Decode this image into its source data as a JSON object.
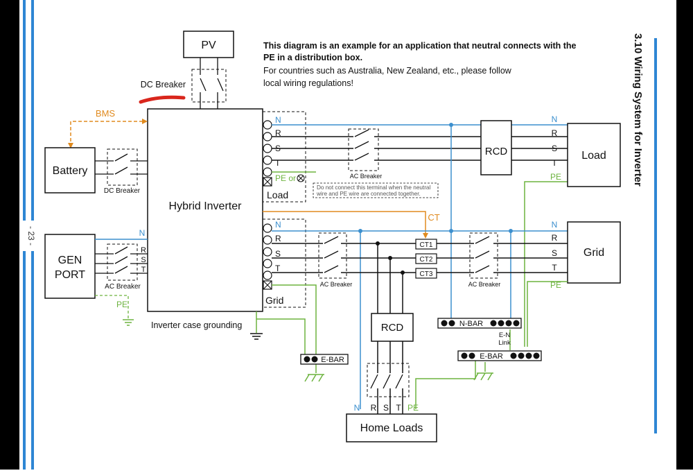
{
  "colors": {
    "neutral_blue": "#3b8fce",
    "phase_black": "#111111",
    "earth_green": "#6db33f",
    "signal_orange": "#e08a1e",
    "highlight_red": "#d9261c",
    "page_rail_blue": "#2e86d4"
  },
  "page_number": "- 23 -",
  "section_title": "3.10 Wiring System for Inverter",
  "notes": {
    "line1": "This diagram is an example for an application that neutral connects with the",
    "line2": "PE in a distribution box.",
    "line3": "For countries such as Australia, New Zealand, etc., please follow",
    "line4": "local wiring regulations!"
  },
  "blocks": {
    "pv": "PV",
    "battery": "Battery",
    "gen_line1": "GEN",
    "gen_line2": "PORT",
    "inverter": "Hybrid Inverter",
    "rcd_top": "RCD",
    "rcd_mid": "RCD",
    "load_box": "Load",
    "grid_box": "Grid",
    "home_loads": "Home Loads"
  },
  "labels": {
    "dc_breaker_pv": "DC Breaker",
    "dc_breaker_batt": "DC Breaker",
    "bms": "BMS",
    "ct": "CT",
    "ac_breaker_gen": "AC Breaker",
    "ac_breaker_load": "AC Breaker",
    "ac_breaker_grid_in": "AC Breaker",
    "ac_breaker_grid_out": "AC Breaker",
    "load_port": "Load",
    "grid_port": "Grid",
    "pe_or": "PE or",
    "warning_line1": "Do not connect this terminal when the neutral",
    "warning_line2": "wire and PE wire are connected together.",
    "case_grounding": "Inverter case grounding",
    "gen_pe": "PE",
    "n_bar": "N-BAR",
    "e_bar_left": "E-BAR",
    "e_bar_right": "E-BAR",
    "en_link_1": "E-N",
    "en_link_2": "Link",
    "ct1": "CT1",
    "ct2": "CT2",
    "ct3": "CT3"
  },
  "terminals": {
    "n": "N",
    "r": "R",
    "s": "S",
    "t": "T",
    "pe": "PE"
  }
}
